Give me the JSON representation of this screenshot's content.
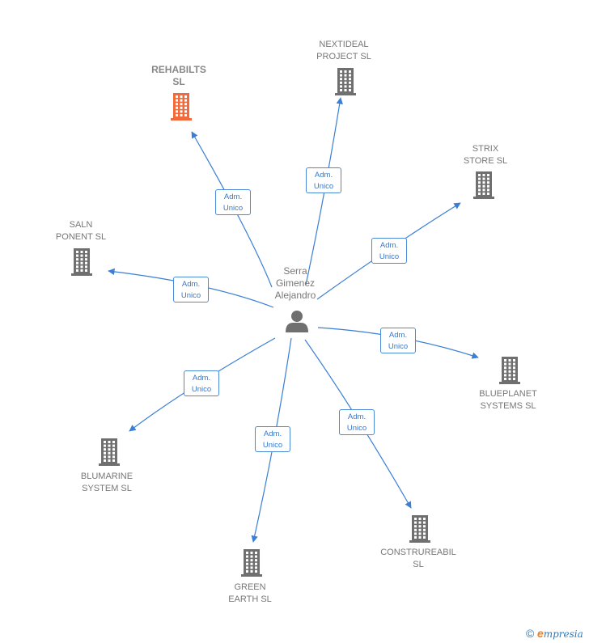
{
  "center": {
    "name_lines": [
      "Serra",
      "Gimenez",
      "Alejandro"
    ],
    "icon": "person-icon"
  },
  "edge_label": {
    "line1": "Adm.",
    "line2": "Unico"
  },
  "colors": {
    "edge": "#3a7fd5",
    "building": "#6f6f6f",
    "highlight": "#f26a3a",
    "label": "#777777"
  },
  "companies": [
    {
      "id": "rehabilts",
      "lines": [
        "REHABILTS",
        "SL"
      ],
      "highlight": true,
      "icon": "building-icon"
    },
    {
      "id": "nextideal",
      "lines": [
        "NEXTIDEAL",
        "PROJECT  SL"
      ],
      "highlight": false,
      "icon": "building-icon"
    },
    {
      "id": "strix",
      "lines": [
        "STRIX",
        "STORE  SL"
      ],
      "highlight": false,
      "icon": "building-icon"
    },
    {
      "id": "saln",
      "lines": [
        "SALN",
        "PONENT  SL"
      ],
      "highlight": false,
      "icon": "building-icon"
    },
    {
      "id": "blueplanet",
      "lines": [
        "BLUEPLANET",
        "SYSTEMS  SL"
      ],
      "highlight": false,
      "icon": "building-icon"
    },
    {
      "id": "blumarine",
      "lines": [
        "BLUMARINE",
        "SYSTEM SL"
      ],
      "highlight": false,
      "icon": "building-icon"
    },
    {
      "id": "green",
      "lines": [
        "GREEN",
        "EARTH  SL"
      ],
      "highlight": false,
      "icon": "building-icon"
    },
    {
      "id": "construreabil",
      "lines": [
        "CONSTRUREABIL",
        "SL"
      ],
      "highlight": false,
      "icon": "building-icon"
    }
  ],
  "footer": {
    "copyright_symbol": "©",
    "brand_initial": "e",
    "brand_rest": "mpresia"
  }
}
